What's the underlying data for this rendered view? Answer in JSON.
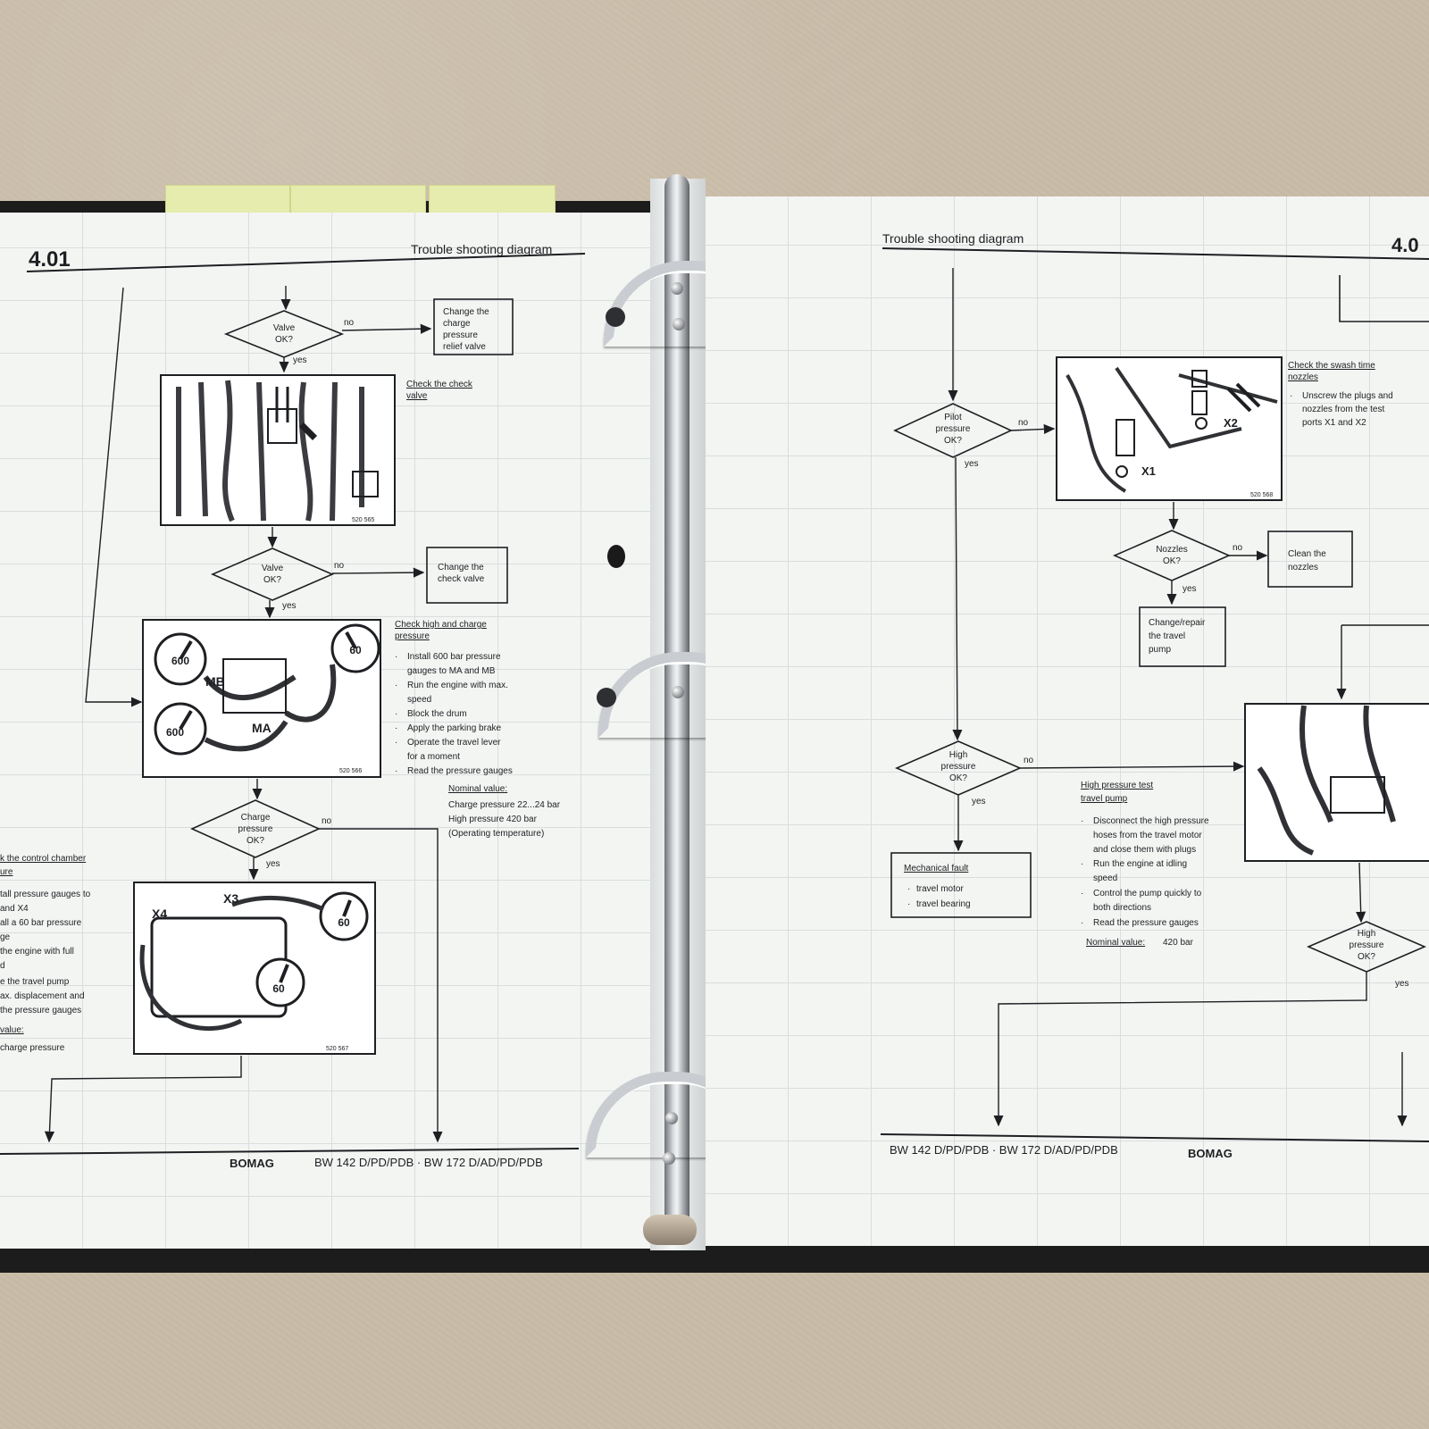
{
  "left_page": {
    "section_number": "4.01",
    "header_title": "Trouble shooting diagram",
    "decision_valve_1": [
      "Valve",
      "OK?"
    ],
    "decision_valve_2": [
      "Valve",
      "OK?"
    ],
    "decision_charge": [
      "Charge",
      "pressure",
      "OK?"
    ],
    "no_label": "no",
    "yes_label": "yes",
    "box_change_relief": [
      "Change the",
      "charge",
      "pressure",
      "relief valve"
    ],
    "box_change_check": [
      "Change the",
      "check valve"
    ],
    "step_check_valve": [
      "Check the check",
      "valve"
    ],
    "step_check_high_charge": {
      "title": [
        "Check high and charge",
        "pressure"
      ],
      "bullets": [
        "Install 600 bar pressure",
        "gauges to MA and MB",
        "Run the engine with max.",
        "speed",
        "Block the drum",
        "Apply the parking brake",
        "Operate the travel lever",
        "for a moment",
        "Read the pressure gauges"
      ],
      "nominal_title": "Nominal value:",
      "nominal_lines": [
        "Charge pressure 22...24 bar",
        "High pressure 420 bar",
        "(Operating temperature)"
      ]
    },
    "left_edge_text": {
      "title": [
        "k the control chamber",
        "ure"
      ],
      "lines": [
        "tall pressure gauges to",
        "and X4",
        "all a 60 bar pressure",
        "ge",
        "the engine with full",
        "d",
        "e the travel pump",
        "ax. displacement and",
        "the pressure gauges"
      ],
      "nominal_title": "value:",
      "nominal_line": "charge pressure"
    },
    "figure_1": {
      "code": "520 565"
    },
    "figure_2": {
      "code": "520 566",
      "labels": [
        "600",
        "60",
        "600",
        "MB",
        "MA"
      ]
    },
    "figure_3": {
      "code": "520 567",
      "labels": [
        "X4",
        "X3",
        "60",
        "60"
      ]
    },
    "footer_brand": "BOMAG",
    "footer_model": "BW 142 D/PD/PDB · BW 172 D/AD/PD/PDB"
  },
  "right_page": {
    "section_number": "4.0",
    "header_title": "Trouble shooting diagram",
    "decision_pilot": [
      "Pilot",
      "pressure",
      "OK?"
    ],
    "decision_nozzles": [
      "Nozzles",
      "OK?"
    ],
    "decision_high_1": [
      "High",
      "pressure",
      "OK?"
    ],
    "decision_high_2": [
      "High",
      "pressure",
      "OK?"
    ],
    "no_label": "no",
    "yes_label": "yes",
    "step_swash": {
      "title": [
        "Check the swash time",
        "nozzles"
      ],
      "bullets": [
        "Unscrew the plugs and",
        "nozzles from the test",
        "ports X1 and X2"
      ]
    },
    "box_clean": [
      "Clean the",
      "nozzles"
    ],
    "box_change_pump": [
      "Change/repair",
      "the travel",
      "pump"
    ],
    "box_mechanical": {
      "title": "Mechanical fault",
      "bullets": [
        "travel motor",
        "travel bearing"
      ]
    },
    "step_high_test": {
      "title": [
        "High pressure test",
        "travel pump"
      ],
      "bullets": [
        "Disconnect the high pressure",
        "hoses from the travel motor",
        "and close them with plugs",
        "Run the engine at idling",
        "speed",
        "Control the pump quickly to",
        "both directions",
        "Read the pressure gauges"
      ],
      "nominal_title": "Nominal value:",
      "nominal_value": "420 bar"
    },
    "figure_1": {
      "code": "520 568",
      "labels": [
        "X2",
        "X1"
      ]
    },
    "footer_model": "BW 142 D/PD/PDB · BW 172 D/AD/PD/PDB",
    "footer_brand": "BOMAG"
  },
  "colors": {
    "paper": "#f3f5f3",
    "ink": "#1d1f22",
    "tab": "#e6ecad",
    "binder": "#1c1c1c",
    "floor": "#c9bca8"
  }
}
